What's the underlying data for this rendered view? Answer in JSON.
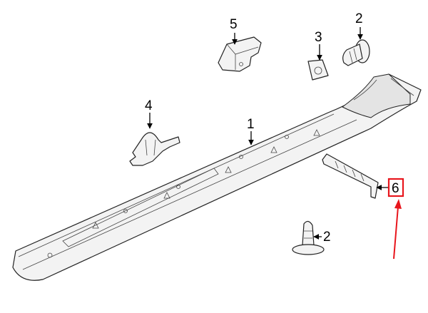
{
  "callouts": {
    "c1": "1",
    "c2_top": "2",
    "c2_bottom": "2",
    "c3": "3",
    "c4": "4",
    "c5": "5",
    "c6": "6"
  },
  "colors": {
    "line": "#222222",
    "part_fill": "#f3f3f3",
    "highlight_box": "#e8161d",
    "arrow": "#e8161d"
  },
  "icons": {
    "highlight_arrow": "red-arrow-up-icon"
  }
}
